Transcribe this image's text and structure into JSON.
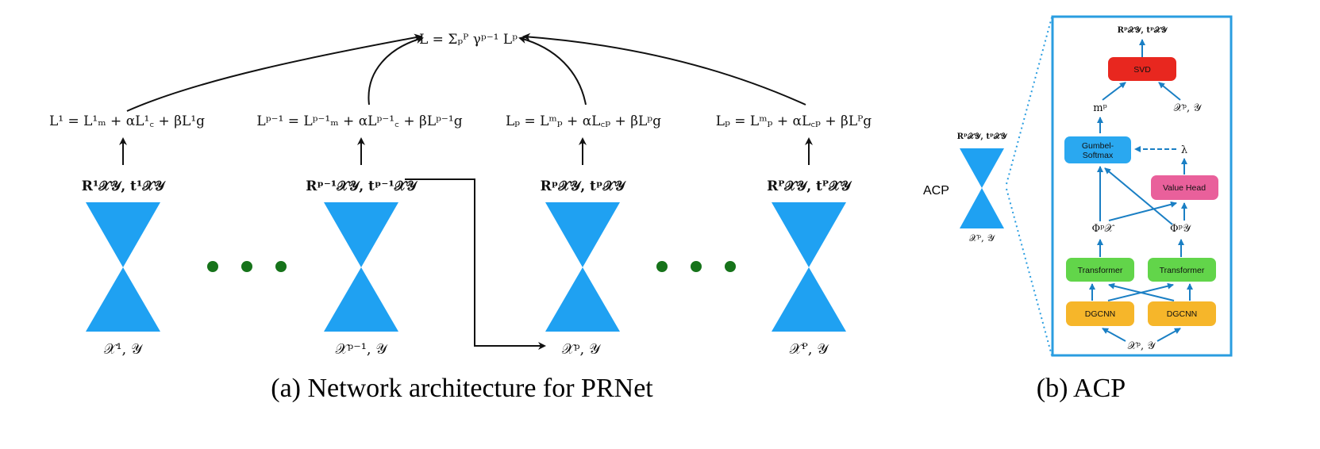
{
  "colors": {
    "hourglass": "#1fa1f2",
    "dot": "#16731a",
    "arrow": "#111111",
    "acp_border": "#2a9de0",
    "acp_arrow": "#1a7fc4",
    "svd": "#e8271f",
    "gumbel": "#2aa8f0",
    "value_head": "#e9609b",
    "transformer": "#62d54a",
    "dgcnn": "#f6b62a"
  },
  "panel_a": {
    "total_loss": "L = Σₚᴾ γᵖ⁻¹ Lᵖ",
    "stages": [
      {
        "loss": "L¹ = L¹ₘ + αL¹꜀ + βL¹g",
        "pose": "R¹𝒳𝒴, t¹𝒳𝒴",
        "input": "𝒳¹, 𝒴"
      },
      {
        "loss": "Lᵖ⁻¹ = Lᵖ⁻¹ₘ + αLᵖ⁻¹꜀ + βLᵖ⁻¹g",
        "pose": "Rᵖ⁻¹𝒳𝒴, tᵖ⁻¹𝒳𝒴",
        "input": "𝒳ᵖ⁻¹, 𝒴"
      },
      {
        "loss": "Lₚ = Lᵐₚ + αL꜀ₚ + βLᵖg",
        "pose": "Rᵖ𝒳𝒴, tᵖ𝒳𝒴",
        "input": "𝒳ᵖ, 𝒴"
      },
      {
        "loss": "Lₚ = Lᵐₚ + αL꜀ₚ + βLᴾg",
        "pose": "Rᴾ𝒳𝒴, tᴾ𝒳𝒴",
        "input": "𝒳ᴾ, 𝒴"
      }
    ],
    "caption": "(a) Network architecture for PRNet"
  },
  "panel_b": {
    "acp_label": "ACP",
    "mini_pose": "Rᵖ𝒳𝒴, tᵖ𝒳𝒴",
    "mini_input": "𝒳ᵖ, 𝒴",
    "output": "Rᵖ𝒳𝒴, tᵖ𝒳𝒴",
    "svd": "SVD",
    "m": "mᵖ",
    "xy": "𝒳ᵖ, 𝒴",
    "gumbel_line1": "Gumbel-",
    "gumbel_line2": "Softmax",
    "lambda": "λ",
    "value_head": "Value Head",
    "phi_x": "Φᵖ𝒳",
    "phi_y": "Φᵖ𝒴",
    "transformer_left": "Transformer",
    "transformer_right": "Transformer",
    "dgcnn_left": "DGCNN",
    "dgcnn_right": "DGCNN",
    "input": "𝒳ᵖ, 𝒴",
    "caption": "(b) ACP"
  }
}
